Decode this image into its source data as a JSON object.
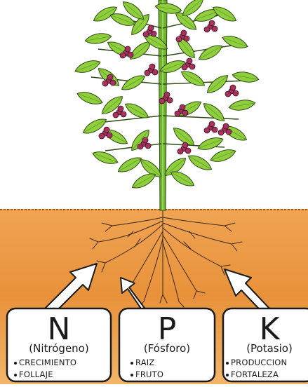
{
  "nutrients": [
    {
      "symbol": "N",
      "name": "(Nitrógeno)",
      "items": [
        "CRECIMIENTO",
        "FOLLAJE"
      ]
    },
    {
      "symbol": "P",
      "name": "(Fósforo)",
      "items": [
        "RAIZ",
        "FRUTO"
      ]
    },
    {
      "symbol": "K",
      "name": "(Potasio)",
      "items": [
        "PRODUCCION",
        "FORTALEZA"
      ]
    }
  ],
  "colors": {
    "soil": "#e8913a",
    "soil_light": "#f2b66a",
    "leaf": "#8fcf3e",
    "leaf_dark": "#5f9e22",
    "stem": "#6fb42e",
    "berry": "#a8325e",
    "box_border": "#222222"
  }
}
